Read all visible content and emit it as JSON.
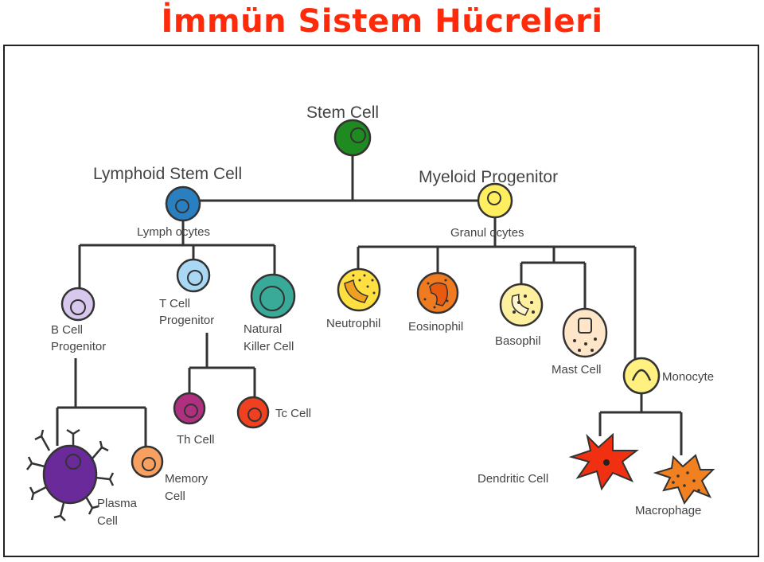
{
  "title": "İmmün Sistem Hücreleri",
  "diagram": {
    "stem_cell": "Stem Cell",
    "lymphoid_stem_cell": "Lymphoid Stem Cell",
    "myeloid_progenitor": "Myeloid Progenitor",
    "lymphocytes": "Lymph ocytes",
    "granulocytes": "Granul ocytes",
    "b_cell_progenitor": [
      "B Cell",
      "Progenitor"
    ],
    "t_cell_progenitor": [
      "T Cell",
      "Progenitor"
    ],
    "natural_killer_cell": [
      "Natural",
      "Killer Cell"
    ],
    "neutrophil": "Neutrophil",
    "eosinophil": "Eosinophil",
    "basophil": "Basophil",
    "mast_cell": "Mast Cell",
    "monocyte": "Monocyte",
    "th_cell": "Th Cell",
    "tc_cell": "Tc Cell",
    "plasma_cell": [
      "Plasma",
      "Cell"
    ],
    "memory_cell": [
      "Memory",
      "Cell"
    ],
    "dendritic_cell": "Dendritic Cell",
    "macrophage": "Macrophage"
  },
  "colors": {
    "title": "#ff2a0a",
    "stem_cell": "#1f8a1f",
    "lymphoid": "#2a7fc0",
    "myeloid": "#ffee60",
    "b_cell": "#d8c8ee",
    "t_cell": "#a8d8f4",
    "nk_cell": "#3aaa98",
    "neutrophil": "#ffe040",
    "eosinophil": "#f07a20",
    "basophil": "#fff0a0",
    "mast_cell": "#ffe6c8",
    "monocyte": "#fff080",
    "th_cell": "#b03080",
    "tc_cell": "#f04020",
    "plasma_cell": "#6a2a9a",
    "memory_cell": "#f8a060",
    "dendritic": "#f03010",
    "macrophage": "#f08020"
  }
}
